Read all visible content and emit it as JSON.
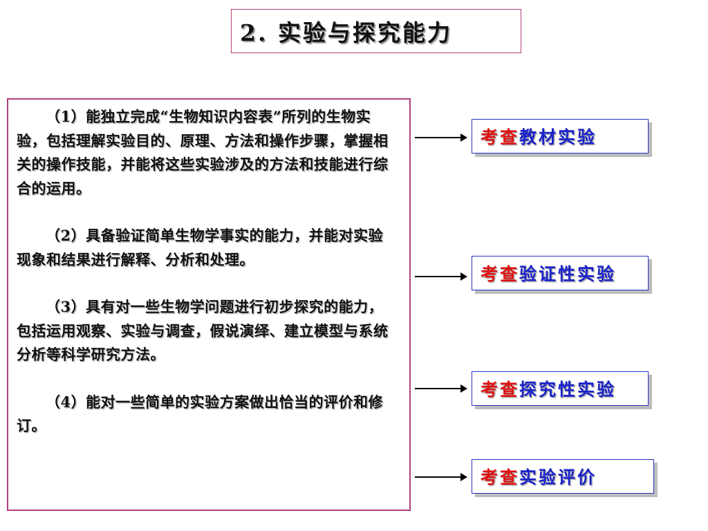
{
  "title": "2. 实验与探究能力",
  "paragraphs": [
    "（1）能独立完成“生物知识内容表”所列的生物实验，包括理解实验目的、原理、方法和操作步骤，掌握相关的操作技能，并能将这些实验涉及的方法和技能进行综合的运用。",
    "（2）具备验证简单生物学事实的能力，并能对实验现象和结果进行解释、分析和处理。",
    "（3）具有对一些生物学问题进行初步探究的能力，包括运用观察、实验与调查，假说演绎、建立模型与系统分析等科学研究方法。",
    "（4）能对一些简单的实验方案做出恰当的评价和修订。"
  ],
  "tags": [
    {
      "prefix": "考查",
      "text": "教材实验"
    },
    {
      "prefix": "考查",
      "text": "验证性实验"
    },
    {
      "prefix": "考查",
      "text": "探究性实验"
    },
    {
      "prefix": "考查",
      "text": "实验评价"
    }
  ],
  "colors": {
    "tag_prefix": "#e01010",
    "tag_text": "#1a22c8",
    "tag_border": "#2a2fbf",
    "panel_border": "#b0407a"
  }
}
